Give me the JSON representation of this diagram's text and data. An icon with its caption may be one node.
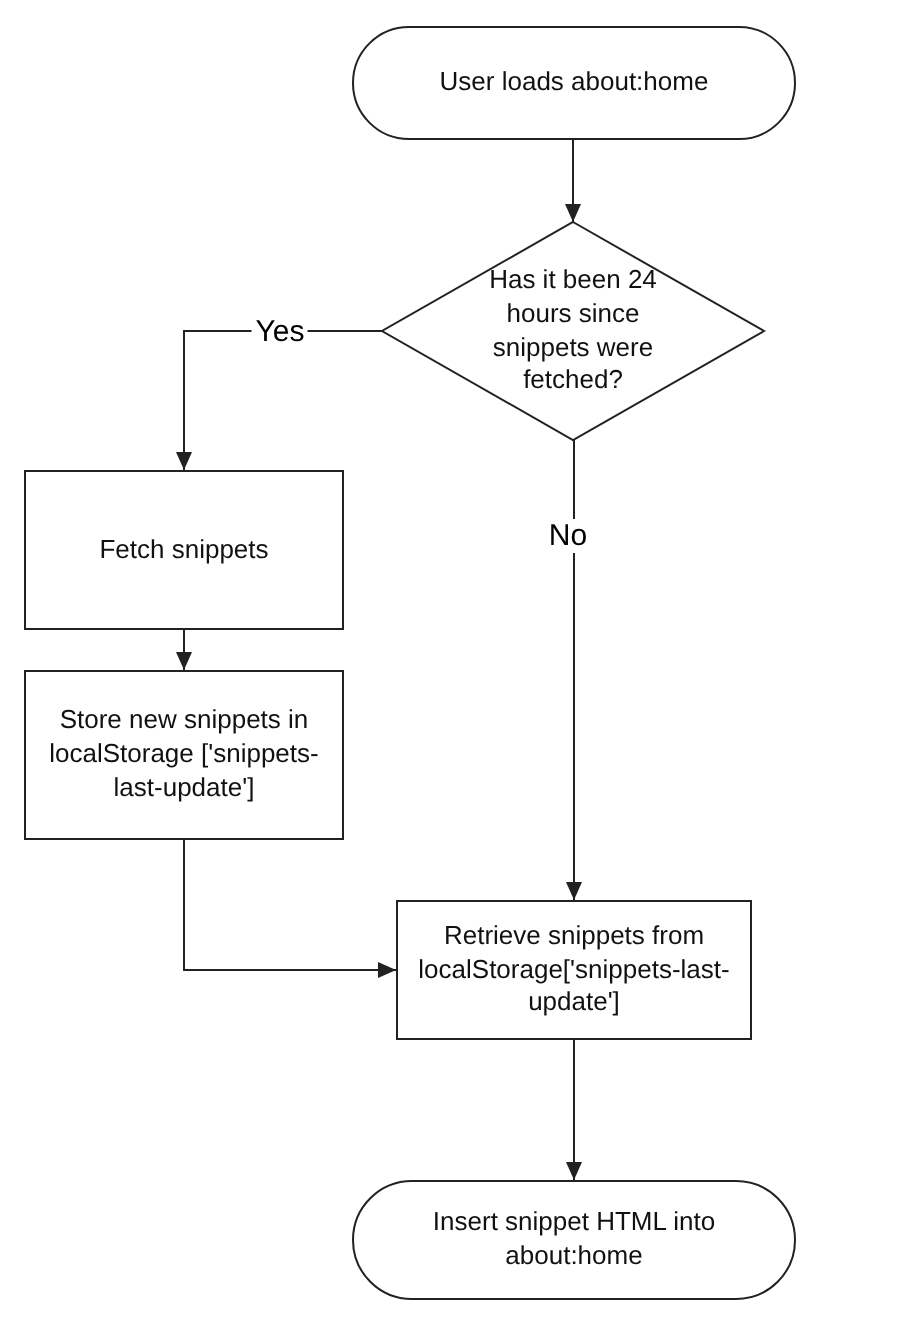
{
  "diagram": {
    "nodes": [
      {
        "text": [
          "User loads about:home"
        ]
      },
      {
        "text": [
          "Has it been 24 hours since snippets were fetched?"
        ]
      },
      {
        "text": [
          "Fetch snippets"
        ]
      },
      {
        "text": [
          "Store new snippets in localStorage ['snippets-last-update']"
        ]
      },
      {
        "text": [
          "Retrieve snippets from localStorage['snippets-last-update']"
        ]
      },
      {
        "text": [
          "Insert snippet HTML into about:home"
        ]
      }
    ],
    "edges": [
      {
        "from": 0,
        "to": 1,
        "arrow": "to"
      },
      {
        "from": 1,
        "to": 2,
        "arrow": "to",
        "label": "Yes"
      },
      {
        "from": 1,
        "to": 4,
        "arrow": "to",
        "label": "No"
      },
      {
        "from": 2,
        "to": 3,
        "arrow": "to"
      },
      {
        "from": 3,
        "to": 4,
        "arrow": "to"
      },
      {
        "from": 4,
        "to": 5,
        "arrow": "to"
      }
    ]
  }
}
